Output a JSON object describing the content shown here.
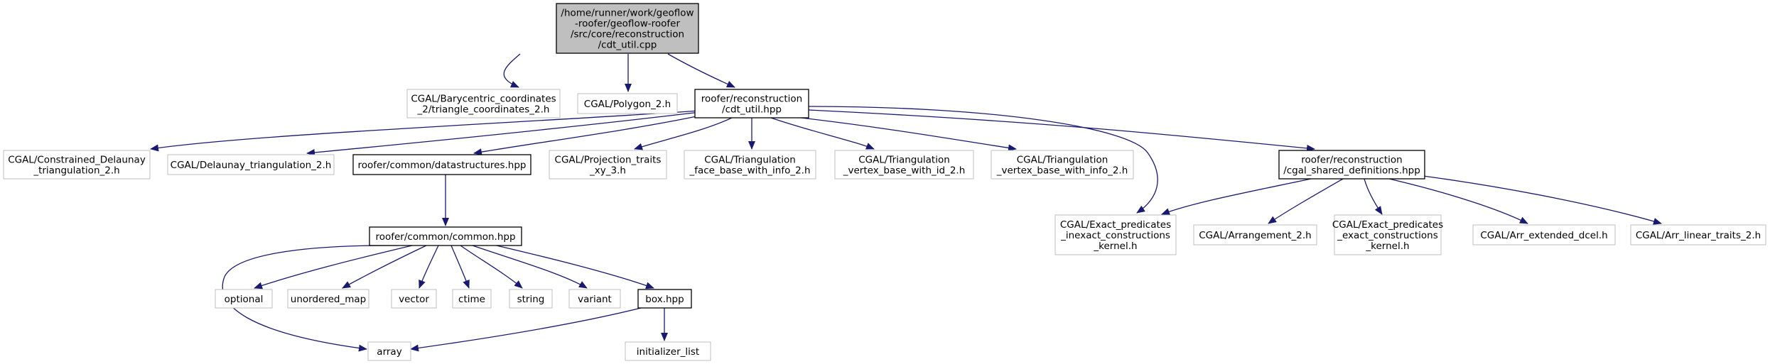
{
  "colors": {
    "edge": "#191970",
    "root_fill": "#bfbfbf",
    "documented_border": "#000000",
    "external_border": "#bfbfbf",
    "background": "#ffffff"
  },
  "nodes": [
    {
      "id": "root",
      "kind": "root",
      "lines": [
        "/home/runner/work/geoflow",
        "-roofer/geoflow-roofer",
        "/src/core/reconstruction",
        "/cdt_util.cpp"
      ]
    },
    {
      "id": "bary",
      "kind": "external",
      "lines": [
        "CGAL/Barycentric_coordinates",
        "_2/triangle_coordinates_2.h"
      ]
    },
    {
      "id": "poly",
      "kind": "external",
      "lines": [
        "CGAL/Polygon_2.h"
      ]
    },
    {
      "id": "cdt_hpp",
      "kind": "documented",
      "lines": [
        "roofer/reconstruction",
        "/cdt_util.hpp"
      ]
    },
    {
      "id": "constrained",
      "kind": "external",
      "lines": [
        "CGAL/Constrained_Delaunay",
        "_triangulation_2.h"
      ]
    },
    {
      "id": "delaunay",
      "kind": "external",
      "lines": [
        "CGAL/Delaunay_triangulation_2.h"
      ]
    },
    {
      "id": "datastructures",
      "kind": "documented",
      "lines": [
        "roofer/common/datastructures.hpp"
      ]
    },
    {
      "id": "projection",
      "kind": "external",
      "lines": [
        "CGAL/Projection_traits",
        "_xy_3.h"
      ]
    },
    {
      "id": "face_info",
      "kind": "external",
      "lines": [
        "CGAL/Triangulation",
        "_face_base_with_info_2.h"
      ]
    },
    {
      "id": "vertex_id",
      "kind": "external",
      "lines": [
        "CGAL/Triangulation",
        "_vertex_base_with_id_2.h"
      ]
    },
    {
      "id": "vertex_info",
      "kind": "external",
      "lines": [
        "CGAL/Triangulation",
        "_vertex_base_with_info_2.h"
      ]
    },
    {
      "id": "cgal_shared",
      "kind": "documented",
      "lines": [
        "roofer/reconstruction",
        "/cgal_shared_definitions.hpp"
      ]
    },
    {
      "id": "common",
      "kind": "documented",
      "lines": [
        "roofer/common/common.hpp"
      ]
    },
    {
      "id": "inexact",
      "kind": "external",
      "lines": [
        "CGAL/Exact_predicates",
        "_inexact_constructions",
        "_kernel.h"
      ]
    },
    {
      "id": "arrangement",
      "kind": "external",
      "lines": [
        "CGAL/Arrangement_2.h"
      ]
    },
    {
      "id": "exact",
      "kind": "external",
      "lines": [
        "CGAL/Exact_predicates",
        "_exact_constructions",
        "_kernel.h"
      ]
    },
    {
      "id": "dcel",
      "kind": "external",
      "lines": [
        "CGAL/Arr_extended_dcel.h"
      ]
    },
    {
      "id": "linear",
      "kind": "external",
      "lines": [
        "CGAL/Arr_linear_traits_2.h"
      ]
    },
    {
      "id": "optional",
      "kind": "external",
      "lines": [
        "optional"
      ]
    },
    {
      "id": "unordered_map",
      "kind": "external",
      "lines": [
        "unordered_map"
      ]
    },
    {
      "id": "vector",
      "kind": "external",
      "lines": [
        "vector"
      ]
    },
    {
      "id": "ctime",
      "kind": "external",
      "lines": [
        "ctime"
      ]
    },
    {
      "id": "string",
      "kind": "external",
      "lines": [
        "string"
      ]
    },
    {
      "id": "variant",
      "kind": "external",
      "lines": [
        "variant"
      ]
    },
    {
      "id": "box",
      "kind": "documented",
      "lines": [
        "box.hpp"
      ]
    },
    {
      "id": "array",
      "kind": "external",
      "lines": [
        "array"
      ]
    },
    {
      "id": "initializer_list",
      "kind": "external",
      "lines": [
        "initializer_list"
      ]
    }
  ],
  "edges": [
    {
      "from": "root",
      "to": "bary"
    },
    {
      "from": "root",
      "to": "poly"
    },
    {
      "from": "root",
      "to": "cdt_hpp"
    },
    {
      "from": "cdt_hpp",
      "to": "constrained"
    },
    {
      "from": "cdt_hpp",
      "to": "delaunay"
    },
    {
      "from": "cdt_hpp",
      "to": "datastructures"
    },
    {
      "from": "cdt_hpp",
      "to": "projection"
    },
    {
      "from": "cdt_hpp",
      "to": "face_info"
    },
    {
      "from": "cdt_hpp",
      "to": "vertex_id"
    },
    {
      "from": "cdt_hpp",
      "to": "vertex_info"
    },
    {
      "from": "cdt_hpp",
      "to": "inexact"
    },
    {
      "from": "cdt_hpp",
      "to": "cgal_shared"
    },
    {
      "from": "datastructures",
      "to": "common"
    },
    {
      "from": "cgal_shared",
      "to": "inexact"
    },
    {
      "from": "cgal_shared",
      "to": "arrangement"
    },
    {
      "from": "cgal_shared",
      "to": "exact"
    },
    {
      "from": "cgal_shared",
      "to": "dcel"
    },
    {
      "from": "cgal_shared",
      "to": "linear"
    },
    {
      "from": "common",
      "to": "optional"
    },
    {
      "from": "common",
      "to": "unordered_map"
    },
    {
      "from": "common",
      "to": "vector"
    },
    {
      "from": "common",
      "to": "ctime"
    },
    {
      "from": "common",
      "to": "string"
    },
    {
      "from": "common",
      "to": "variant"
    },
    {
      "from": "common",
      "to": "box"
    },
    {
      "from": "common",
      "to": "array"
    },
    {
      "from": "box",
      "to": "array"
    },
    {
      "from": "box",
      "to": "initializer_list"
    }
  ]
}
